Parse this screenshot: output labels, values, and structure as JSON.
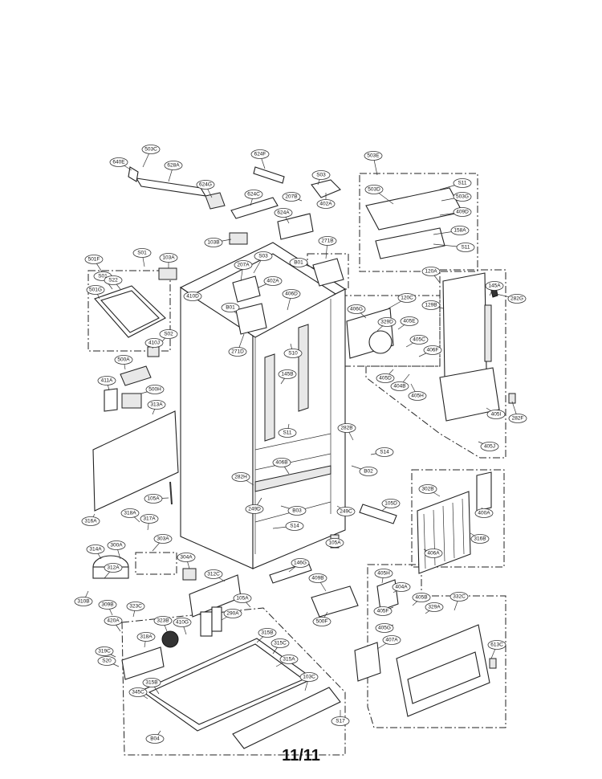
{
  "page_number": "11/11",
  "part_labels": [
    "503C",
    "640E",
    "628A",
    "624F",
    "S03",
    "503E",
    "624G",
    "624C",
    "207B",
    "402A",
    "S11",
    "503D",
    "503G",
    "409D",
    "158A",
    "S11",
    "S01",
    "103B",
    "624A",
    "271B",
    "501F",
    "S01",
    "103A",
    "S03",
    "207A",
    "402A",
    "B01",
    "120A",
    "501G",
    "S22",
    "410D",
    "406D",
    "B01",
    "120C",
    "129B",
    "145A",
    "282G",
    "406G",
    "S02",
    "271D",
    "329D",
    "405E",
    "410J",
    "S10",
    "405C",
    "406F",
    "500A",
    "145B",
    "405D",
    "404B",
    "405H",
    "411A",
    "500H",
    "313A",
    "405I",
    "282F",
    "S11",
    "282B",
    "405J",
    "S14",
    "406B",
    "B02",
    "282H",
    "302B",
    "105A",
    "249D",
    "105D",
    "400A",
    "318A",
    "317A",
    "B03",
    "249C",
    "316A",
    "S14",
    "316B",
    "303A",
    "105A",
    "406A",
    "314A",
    "300A",
    "304A",
    "146G",
    "312A",
    "312C",
    "409B",
    "405H",
    "404A",
    "332C",
    "310B",
    "309B",
    "105A",
    "290A",
    "323C",
    "405B",
    "420A",
    "405F",
    "329A",
    "500F",
    "323B",
    "410G",
    "405G",
    "315B",
    "407A",
    "319C",
    "318A",
    "315C",
    "613C",
    "S20",
    "315A",
    "103C",
    "345C",
    "315B",
    "S17",
    "B04"
  ]
}
